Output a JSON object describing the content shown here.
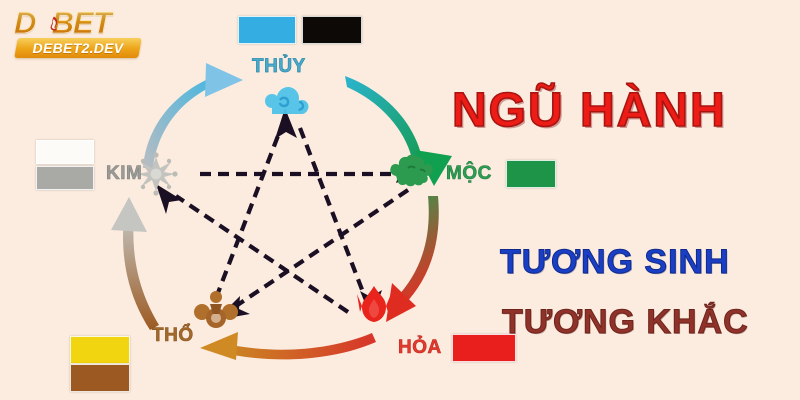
{
  "background_color": "#fcece0",
  "logo": {
    "main_text": "D BET",
    "main_prefix": "D",
    "main_suffix": "BET",
    "sub_text": "DEBET2.DEV",
    "flame_icon": "flame-icon",
    "gold_color": "#eda317"
  },
  "headings": {
    "title": "NGŨ HÀNH",
    "title_color": "#ed1c16",
    "generating": "TƯƠNG SINH",
    "generating_color": "#1a3fc4",
    "overcoming": "TƯƠNG KHẮC",
    "overcoming_color": "#8e322a"
  },
  "elements": [
    {
      "id": "thuy",
      "label": "THỦY",
      "icon": "water-wave-icon",
      "label_color": "#4ba9c9",
      "swatches": [
        {
          "name": "swatch-light-blue",
          "color": "#34aee2"
        },
        {
          "name": "swatch-black",
          "color": "#0d0906"
        }
      ]
    },
    {
      "id": "kim",
      "label": "KIM",
      "icon": "metal-star-icon",
      "label_color": "#9b9b98",
      "swatches": [
        {
          "name": "swatch-white",
          "color": "#fdfbf7"
        },
        {
          "name": "swatch-gray",
          "color": "#a9a9a6"
        }
      ]
    },
    {
      "id": "moc",
      "label": "MỘC",
      "icon": "tree-leaf-icon",
      "label_color": "#2f9e55",
      "swatches": [
        {
          "name": "swatch-green",
          "color": "#1e9448"
        }
      ]
    },
    {
      "id": "tho",
      "label": "THỔ",
      "icon": "earth-mound-icon",
      "label_color": "#a2692c",
      "swatches": [
        {
          "name": "swatch-yellow",
          "color": "#f2d511"
        },
        {
          "name": "swatch-brown",
          "color": "#9c5a22"
        }
      ]
    },
    {
      "id": "hoa",
      "label": "HỎA",
      "icon": "flame-icon",
      "label_color": "#e23b2e",
      "swatches": [
        {
          "name": "swatch-red",
          "color": "#e81f1c"
        }
      ]
    }
  ],
  "cycles": {
    "generating": {
      "name": "TƯƠNG SINH",
      "style": "solid curved outer arrows",
      "edges": [
        {
          "from": "kim",
          "to": "thuy",
          "from_color": "#b9bcc2",
          "to_color": "#45b7e0"
        },
        {
          "from": "thuy",
          "to": "moc",
          "from_color": "#2bb4cf",
          "to_color": "#159a4e"
        },
        {
          "from": "moc",
          "to": "hoa",
          "from_color": "#2f9b50",
          "to_color": "#e03024"
        },
        {
          "from": "hoa",
          "to": "tho",
          "from_color": "#d8342a",
          "to_color": "#c98a22"
        },
        {
          "from": "tho",
          "to": "kim",
          "from_color": "#9c5a22",
          "to_color": "#c2c2be"
        }
      ]
    },
    "overcoming": {
      "name": "TƯƠNG KHẮC",
      "style": "black dashed star arrows",
      "color": "#1b0f24",
      "edges": [
        {
          "from": "kim",
          "to": "moc"
        },
        {
          "from": "moc",
          "to": "tho"
        },
        {
          "from": "tho",
          "to": "thuy"
        },
        {
          "from": "thuy",
          "to": "hoa"
        },
        {
          "from": "hoa",
          "to": "kim"
        }
      ]
    }
  }
}
